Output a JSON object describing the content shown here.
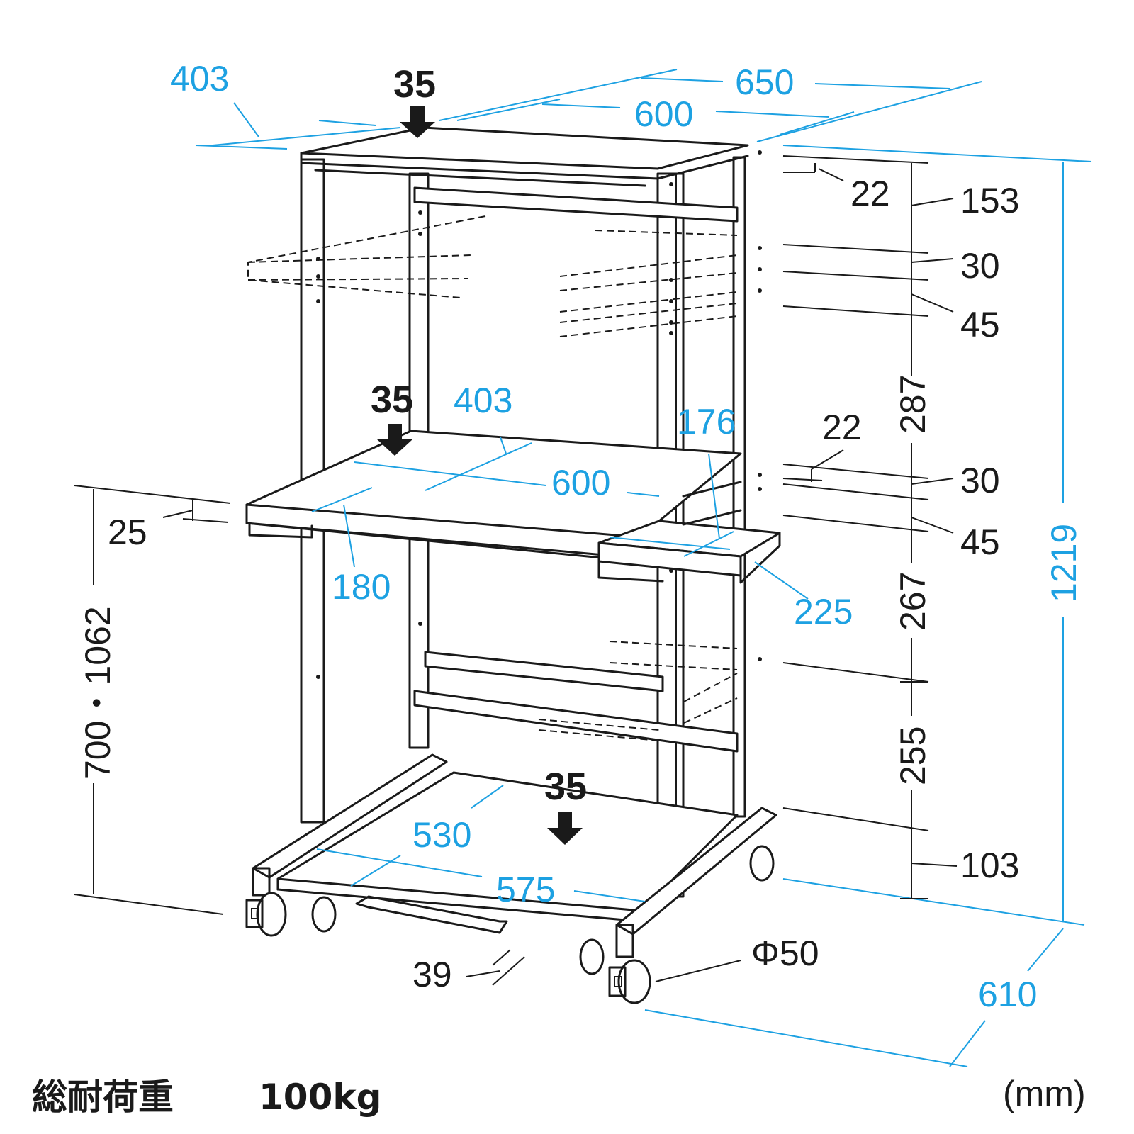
{
  "colors": {
    "dimension_blue": "#1da1e2",
    "line_black": "#1a1a1a"
  },
  "blue_dims": {
    "top_depth": "403",
    "outer_width": "650",
    "inner_width": "600",
    "shelf_depth": "403",
    "shelf_width": "600",
    "side_tray_width": "176",
    "shelf_front": "180",
    "side_tray_depth": "225",
    "bottom_depth": "530",
    "bottom_width": "575",
    "total_height": "1219",
    "base_depth": "610"
  },
  "black_dims": {
    "top_thickness": "22",
    "top_gap": "153",
    "rail_a": "30",
    "rail_b": "45",
    "upper_section": "287",
    "shelf_thickness": "22",
    "rail_c": "30",
    "rail_d": "45",
    "middle_section": "267",
    "lower_section": "255",
    "bottom_clearance": "103",
    "shelf_edge": "25",
    "shelf_height_range": "700・1062",
    "handle": "39",
    "caster": "Φ50"
  },
  "loads": {
    "top": "35",
    "middle": "35",
    "bottom": "35"
  },
  "footer": {
    "label": "総耐荷重",
    "value": "100kg",
    "unit": "(mm)"
  }
}
